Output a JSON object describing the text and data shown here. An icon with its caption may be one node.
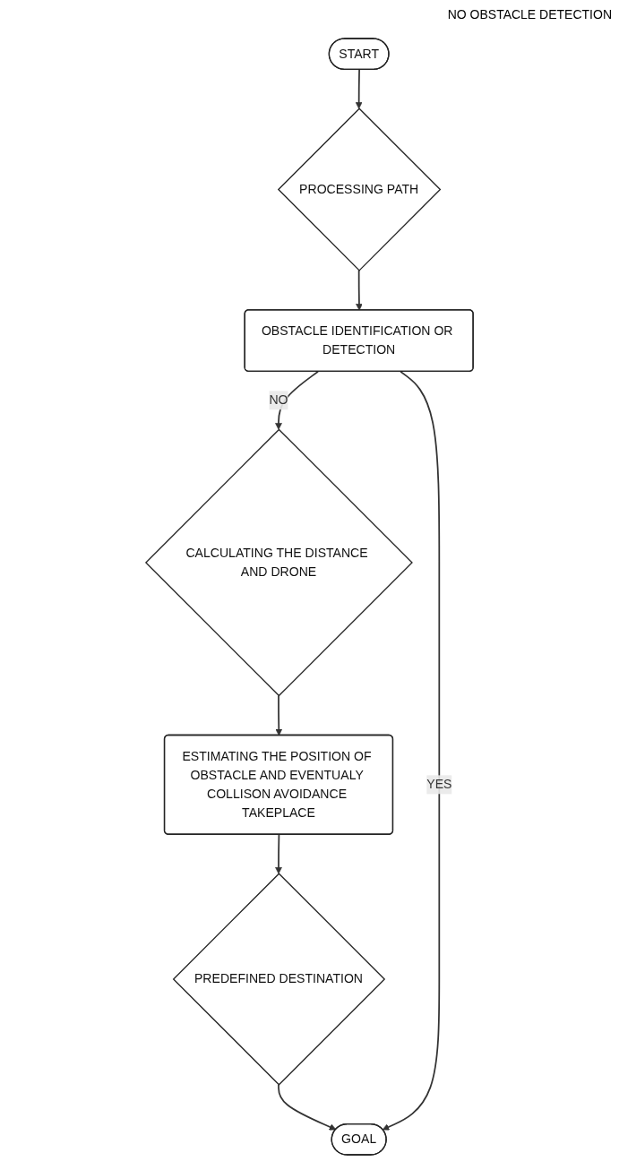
{
  "diagram": {
    "nodes": [
      {
        "text": [
          "START"
        ]
      },
      {
        "text": [
          "PROCESSING PATH"
        ]
      },
      {
        "text": [
          "OBSTACLE IDENTIFICATION OR DETECTION"
        ]
      },
      {
        "text": [
          "CALCULATING THE DISTANCE AND DRONE"
        ]
      },
      {
        "text": [
          "ESTIMATING THE POSITION OF OBSTACLE AND EVENTUALY COLLISON AVOIDANCE TAKEPLACE"
        ]
      },
      {
        "text": [
          "PREDEFINED DESTINATION"
        ]
      },
      {
        "text": [
          "GOAL"
        ]
      }
    ],
    "edges": [
      {
        "from": 0,
        "to": 1,
        "arrow": "to"
      },
      {
        "from": 1,
        "to": 2,
        "arrow": "to"
      },
      {
        "from": 2,
        "to": 3,
        "arrow": "to",
        "label": "NO"
      },
      {
        "from": 3,
        "to": 4,
        "arrow": "to"
      },
      {
        "from": 4,
        "to": 5,
        "arrow": "to"
      },
      {
        "from": 5,
        "to": 6,
        "arrow": "to"
      },
      {
        "from": 2,
        "to": 6,
        "arrow": "to",
        "label": "YES"
      }
    ],
    "labels": [
      "NO OBSTACLE DETECTION"
    ]
  }
}
